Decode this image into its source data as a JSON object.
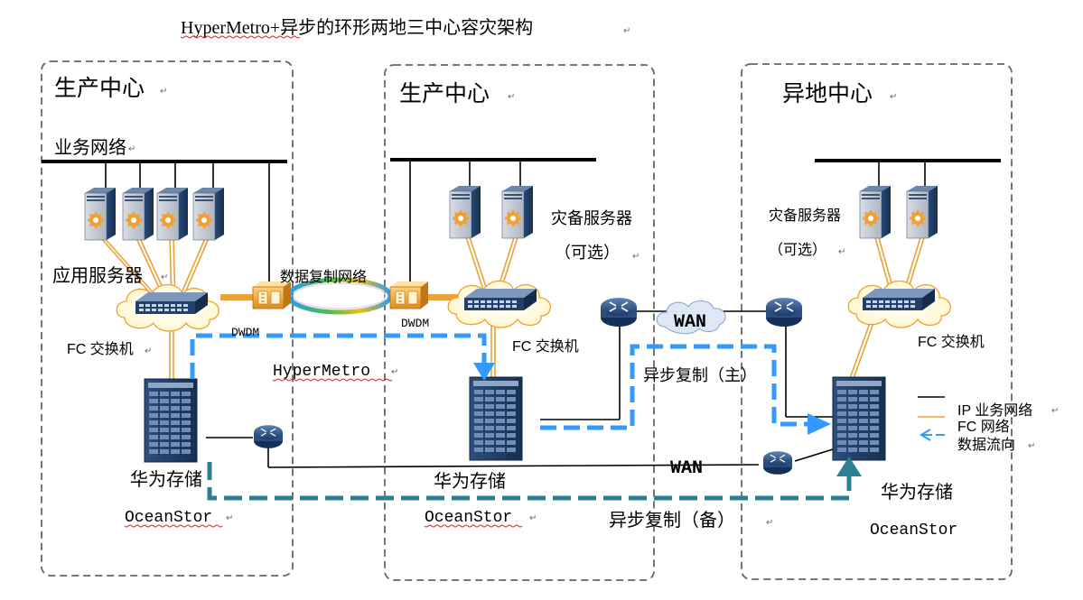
{
  "title": "HyperMetro+异步的环形两地三中心容灾架构",
  "mark": "↵",
  "sites": [
    {
      "name": "生产中心"
    },
    {
      "name": "生产中心"
    },
    {
      "name": "异地中心"
    }
  ],
  "labels": {
    "business_network": "业务网络",
    "app_servers": "应用服务器",
    "dr_servers": "灾备服务器",
    "optional": "（可选）",
    "data_replication_network": "数据复制网络",
    "dwdm": "DWDM",
    "fc_switch": "FC 交换机",
    "hypermetro": "HyperMetro",
    "storage": "华为存储",
    "oceanstor": "OceanStor",
    "wan": "WAN",
    "async_primary": "异步复制（主）",
    "async_backup": "异步复制（备）"
  },
  "legend": [
    {
      "label": "IP 业务网络",
      "color": "#000000"
    },
    {
      "label": "FC 网络",
      "color": "#e8a33b"
    },
    {
      "label": "数据流向",
      "color": "#3399ff"
    }
  ],
  "colors": {
    "flow_blue": "#3399ff",
    "flow_teal": "#2e7f92",
    "fc_orange": "#e8a33b",
    "server_dark": "#1f3a5f",
    "gear": "#f0a030"
  },
  "icons": [
    "server-icon",
    "fc-switch-icon",
    "storage-icon",
    "router-icon",
    "dwdm-icon",
    "cloud-icon"
  ]
}
